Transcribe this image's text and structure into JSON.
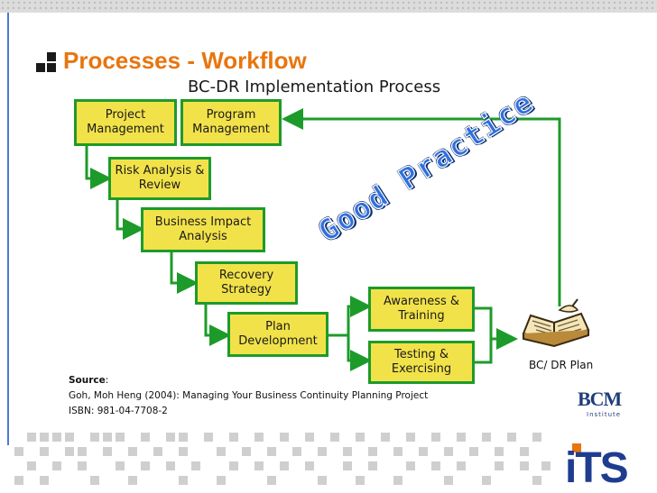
{
  "slide": {
    "title": "Processes - Workflow"
  },
  "diagram": {
    "title": "BC-DR Implementation Process",
    "boxes": {
      "project_management": "Project\nManagement",
      "program_management": "Program\nManagement",
      "risk_analysis": "Risk Analysis &\nReview",
      "business_impact": "Business Impact\nAnalysis",
      "recovery_strategy": "Recovery\nStrategy",
      "plan_development": "Plan\nDevelopment",
      "awareness_training": "Awareness &\nTraining",
      "testing_exercising": "Testing &\nExercising"
    },
    "stamp": "Good Practice",
    "plan_label": "BC/ DR Plan",
    "colors": {
      "box_fill": "#f2e24a",
      "box_border": "#1d9b2a",
      "connector": "#1d9b2a",
      "title": "#e8750f",
      "stamp": "#2f6fe0"
    }
  },
  "source": {
    "label": "Source",
    "line1": "Goh, Moh Heng (2004): Managing Your Business Continuity Planning Project",
    "line2": "ISBN: 981-04-7708-2"
  },
  "logos": {
    "bcm_text": "BCM",
    "bcm_sub": "Institute",
    "its_text": "iTS"
  }
}
